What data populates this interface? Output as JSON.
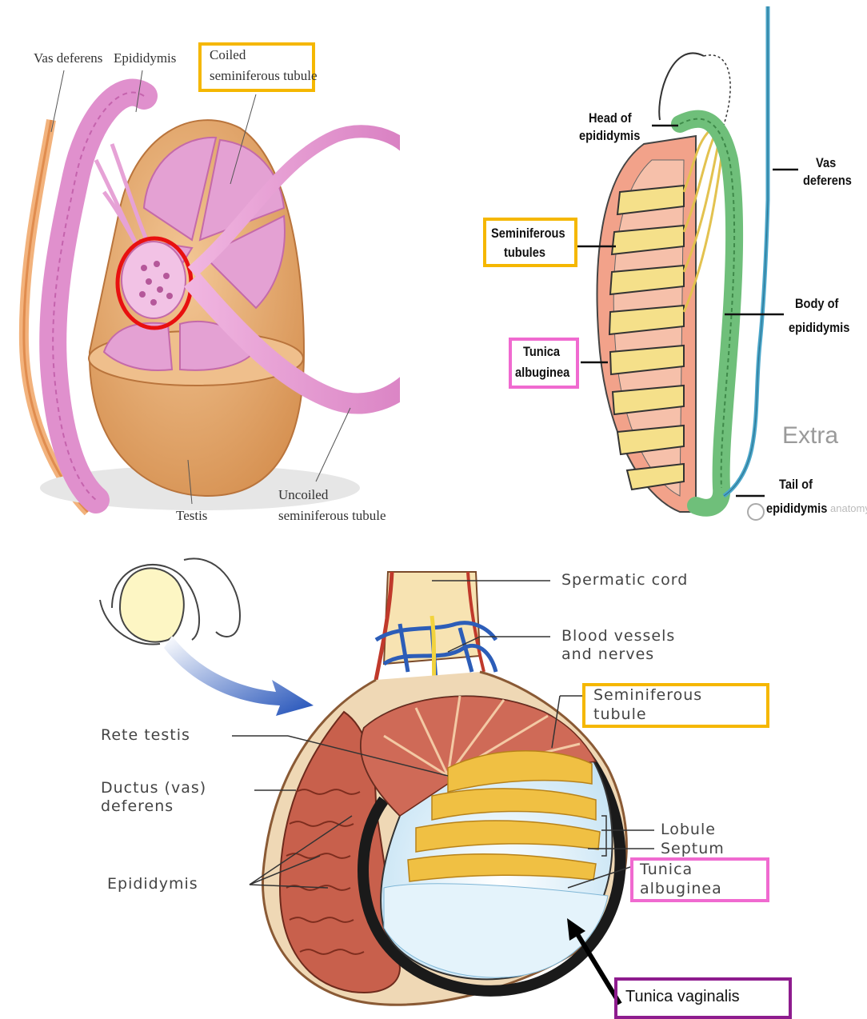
{
  "colors": {
    "orange_box": "#f5b700",
    "pink_box": "#f06ad0",
    "purple_box": "#8e1c8e",
    "red_circle": "#e81010",
    "tubule_pink": "#e79bd2",
    "testis_tan": "#e9ae73",
    "epididymis_green": "#6fbf7a",
    "vas_blue": "#4aa6c9",
    "tissue_red": "#c8604c",
    "tubule_yellow": "#f0c043"
  },
  "panel_a": {
    "vas_deferens": "Vas deferens",
    "epididymis": "Epididymis",
    "coiled": [
      "Coiled",
      "seminiferous tubule"
    ],
    "testis": "Testis",
    "uncoiled": [
      "Uncoiled",
      "seminiferous tubule"
    ]
  },
  "panel_b": {
    "head": [
      "Head of",
      "epididymis"
    ],
    "vas": [
      "Vas",
      "deferens"
    ],
    "seminiferous": [
      "Seminiferous",
      "tubules"
    ],
    "body": [
      "Body of",
      "epididymis"
    ],
    "tunica": [
      "Tunica",
      "albuginea"
    ],
    "extra": "Extra",
    "tail": [
      "Tail of",
      "epididymis"
    ],
    "watermark": "anatomy"
  },
  "panel_c": {
    "spermatic_cord": "Spermatic cord",
    "blood_vessels": [
      "Blood vessels",
      "and nerves"
    ],
    "seminiferous": [
      "Seminiferous",
      "tubule"
    ],
    "rete_testis": "Rete testis",
    "ductus": [
      "Ductus (vas)",
      "deferens"
    ],
    "lobule": "Lobule",
    "septum": "Septum",
    "tunica_albuginea": [
      "Tunica",
      "albuginea"
    ],
    "epididymis": "Epididymis",
    "tunica_vaginalis": "Tunica vaginalis"
  }
}
